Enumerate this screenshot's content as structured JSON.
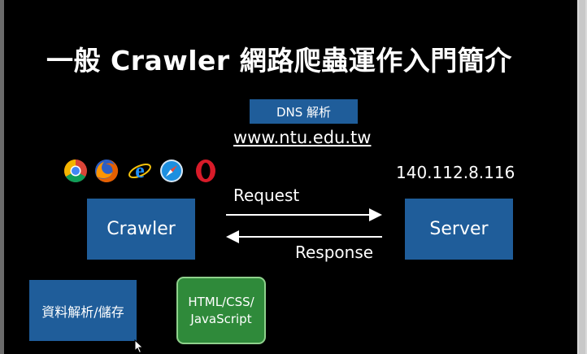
{
  "slide": {
    "title": "一般 Crawler 網路爬蟲運作入門簡介",
    "dns_box": "DNS 解析",
    "url": "www.ntu.edu.tw",
    "ip": "140.112.8.116",
    "request": "Request",
    "response": "Response",
    "crawler_box": "Crawler",
    "server_box": "Server",
    "storage_box": "資料解析/儲存",
    "html_box_line1": "HTML/CSS/",
    "html_box_line2": "JavaScript"
  },
  "icons": [
    "chrome-icon",
    "firefox-icon",
    "ie-icon",
    "safari-icon",
    "opera-icon",
    "mouse-cursor-icon"
  ],
  "colors": {
    "background": "#000000",
    "box_blue": "#1f5d9a",
    "box_green": "#2f8a3a",
    "text": "#ffffff"
  }
}
